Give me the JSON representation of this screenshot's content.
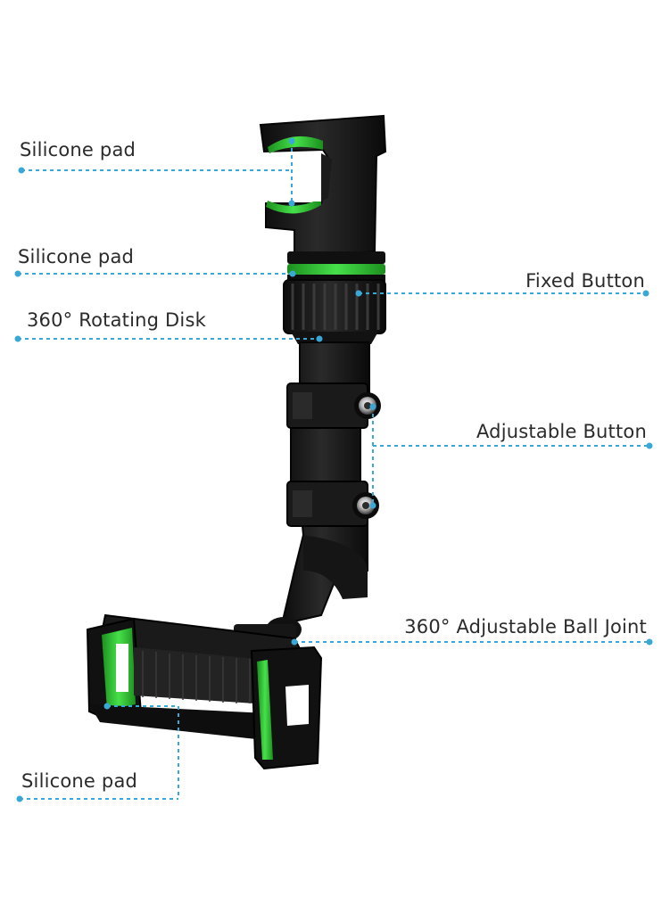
{
  "labels": {
    "silicone_pad_top": "Silicone pad",
    "silicone_pad_mid": "Silicone pad",
    "rotating_disk": "360° Rotating Disk",
    "fixed_button": "Fixed Button",
    "adjustable_button": "Adjustable Button",
    "ball_joint": "360° Adjustable Ball Joint",
    "silicone_pad_bottom": "Silicone pad"
  },
  "colors": {
    "callout_line": "#39a8d6",
    "accent_green": "#39d13a",
    "body_black": "#141414",
    "label_text": "#2b2b2b"
  }
}
